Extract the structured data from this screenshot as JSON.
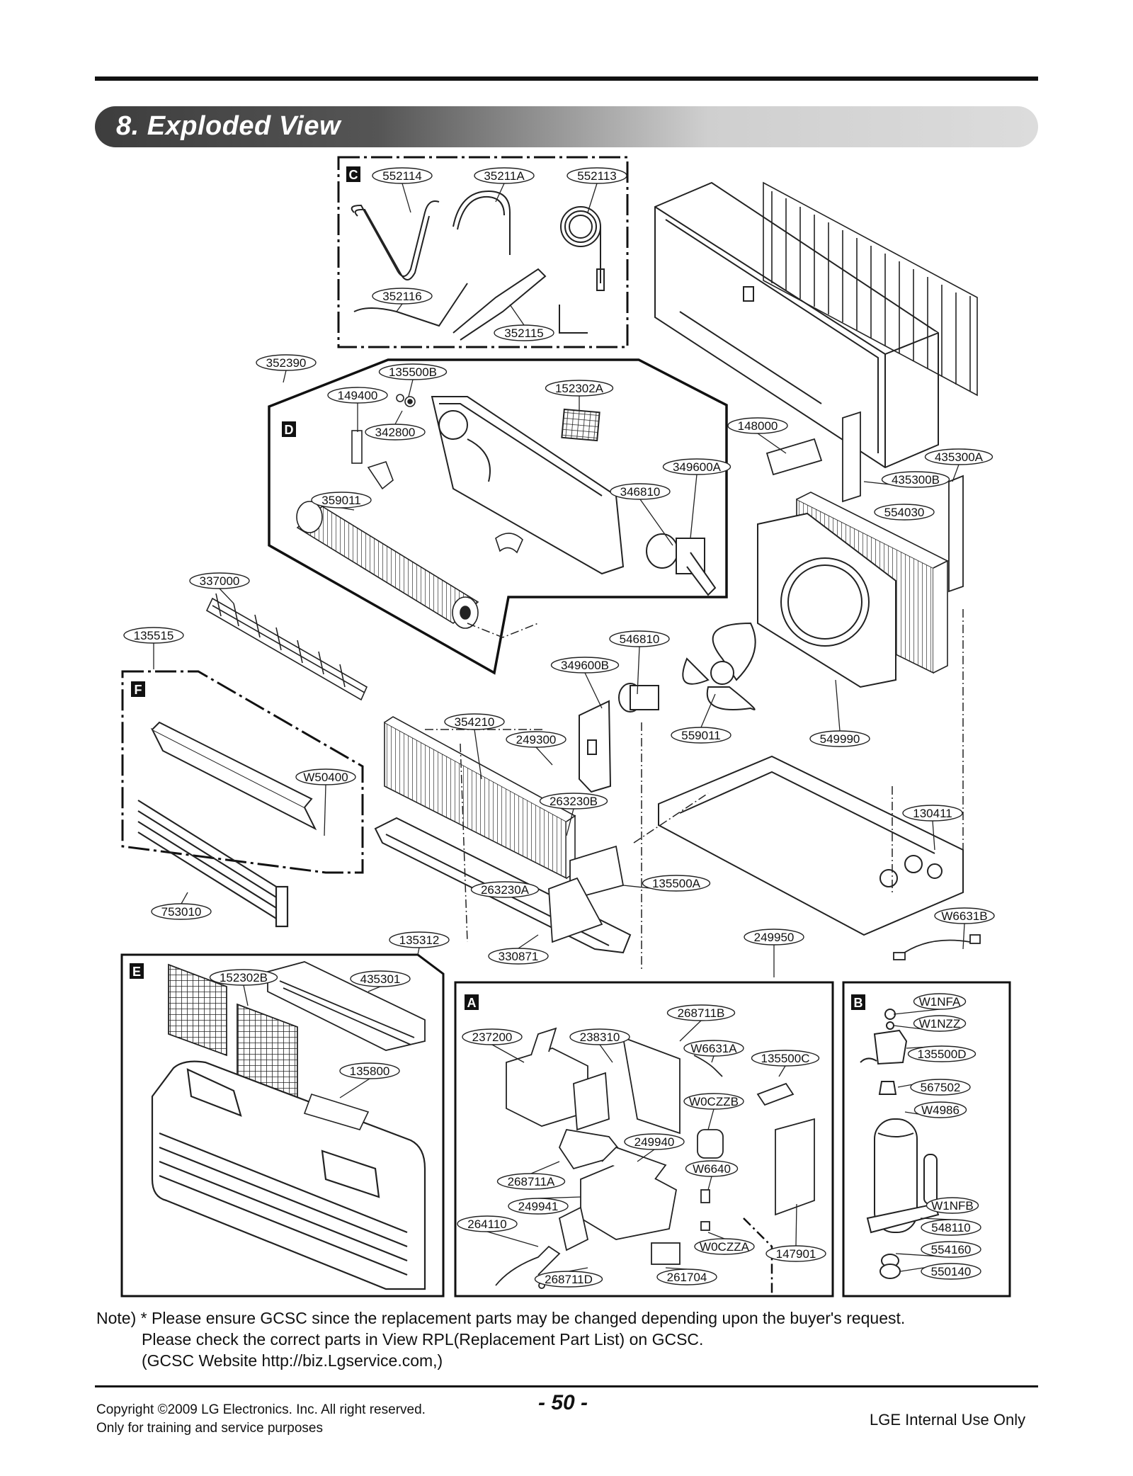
{
  "section_title": "8. Exploded View",
  "sections": [
    "A",
    "B",
    "C",
    "D",
    "E",
    "F"
  ],
  "parts": [
    "552114",
    "35211A",
    "552113",
    "352116",
    "352115",
    "352390",
    "135500B",
    "149400",
    "342800",
    "152302A",
    "359011",
    "148000",
    "349600A",
    "346810",
    "435300A",
    "435300B",
    "554030",
    "337000",
    "135515",
    "546810",
    "349600B",
    "354210",
    "249300",
    "559011",
    "549990",
    "W50400",
    "263230B",
    "130411",
    "135500A",
    "263230A",
    "753010",
    "135312",
    "330871",
    "249950",
    "W6631B",
    "152302B",
    "435301",
    "135800",
    "268711B",
    "237200",
    "238310",
    "W6631A",
    "135500C",
    "W0CZZB",
    "249940",
    "W6640",
    "268711A",
    "249941",
    "264110",
    "W0CZZA",
    "147901",
    "268711D",
    "261704",
    "W1NFA",
    "W1NZZ",
    "135500D",
    "567502",
    "W4986",
    "W1NFB",
    "548110",
    "554160",
    "550140"
  ],
  "note": {
    "line1": "Note) * Please ensure GCSC since the replacement parts may be changed depending upon the buyer's request.",
    "line2": "Please check  the correct parts in View RPL(Replacement Part List) on GCSC.",
    "line3": "(GCSC Website  http://biz.Lgservice.com,)"
  },
  "footer": {
    "copyright": "Copyright ©2009 LG Electronics. Inc. All right reserved.",
    "training": "Only for training and service purposes",
    "page_number": "- 50 -",
    "internal": "LGE Internal Use Only"
  }
}
